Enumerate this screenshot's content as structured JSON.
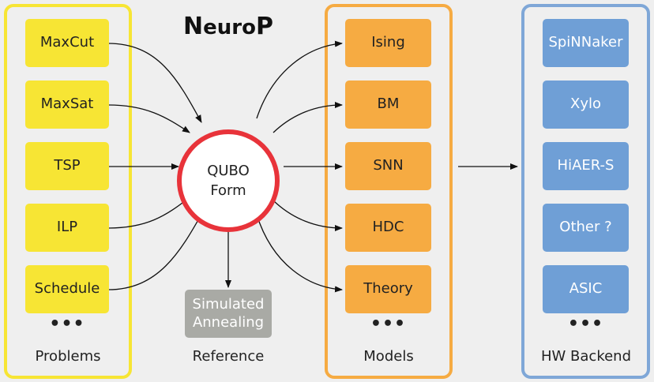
{
  "title": {
    "first_cap": "N",
    "mid": "euro",
    "last_cap": "P"
  },
  "center": {
    "line1": "QUBO",
    "line2": "Form"
  },
  "reference": {
    "line1": "Simulated",
    "line2": "Annealing",
    "label": "Reference"
  },
  "problems": {
    "items": [
      "MaxCut",
      "MaxSat",
      "TSP",
      "ILP",
      "Schedule"
    ],
    "label": "Problems"
  },
  "models": {
    "items": [
      "Ising",
      "BM",
      "SNN",
      "HDC",
      "Theory"
    ],
    "label": "Models"
  },
  "hw": {
    "items": [
      "SpiNNaker",
      "Xylo",
      "HiAER-S",
      "Other ?",
      "ASIC"
    ],
    "label": "HW Backend"
  },
  "ellipsis": "•••",
  "colors": {
    "problems": "#f7e534",
    "models": "#f6ab42",
    "hw": "#6f9fd6",
    "qubo_ring": "#e8333a",
    "reference": "#a9aaa5"
  }
}
